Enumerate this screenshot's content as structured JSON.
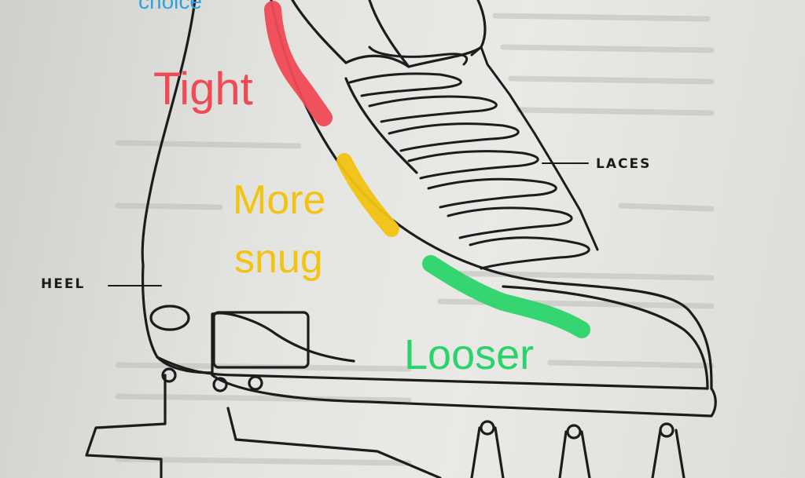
{
  "annotations": {
    "tight": "Tight",
    "more": "More",
    "snug": "snug",
    "looser": "Looser",
    "choice": "choice"
  },
  "parts": {
    "laces": "LACES",
    "heel": "HEEL"
  },
  "colors": {
    "tight": "#f04a55",
    "snug": "#f2c313",
    "looser": "#2bd46a",
    "choice": "#2ea2df",
    "ink": "#1c1c1c",
    "paper": "#e6e6e3"
  }
}
